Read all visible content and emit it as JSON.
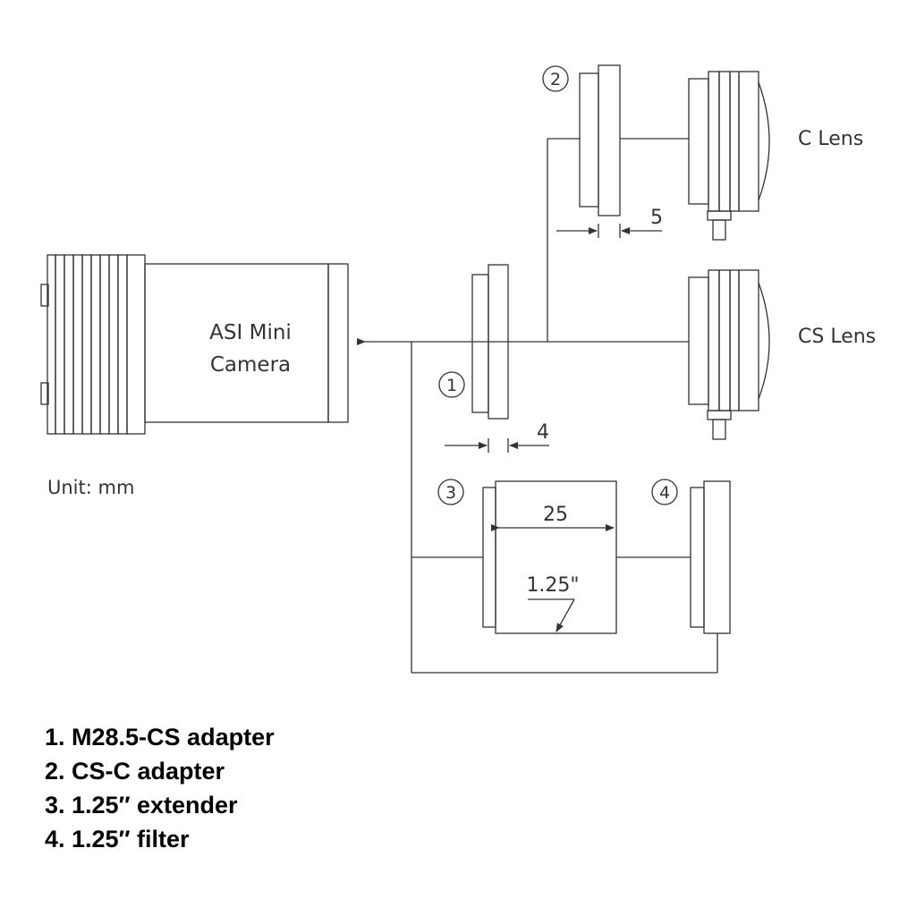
{
  "diagram": {
    "camera_label": [
      "ASI Mini",
      "Camera"
    ],
    "unit_label": "Unit: mm",
    "c_lens_label": "C Lens",
    "cs_lens_label": "CS Lens",
    "markers": {
      "one": "1",
      "two": "2",
      "three": "3",
      "four": "4"
    },
    "dimensions": {
      "cs_c_gap": "5",
      "m28_cs_gap": "4",
      "extender_length": "25",
      "extender_thread": "1.25\""
    }
  },
  "legend": {
    "items": [
      "1. M28.5-CS adapter",
      "2. CS-C adapter",
      "3. 1.25″ extender",
      "4. 1.25″ filter"
    ]
  },
  "colors": {
    "line": "#333333",
    "text": "#000000",
    "background": "#ffffff"
  }
}
